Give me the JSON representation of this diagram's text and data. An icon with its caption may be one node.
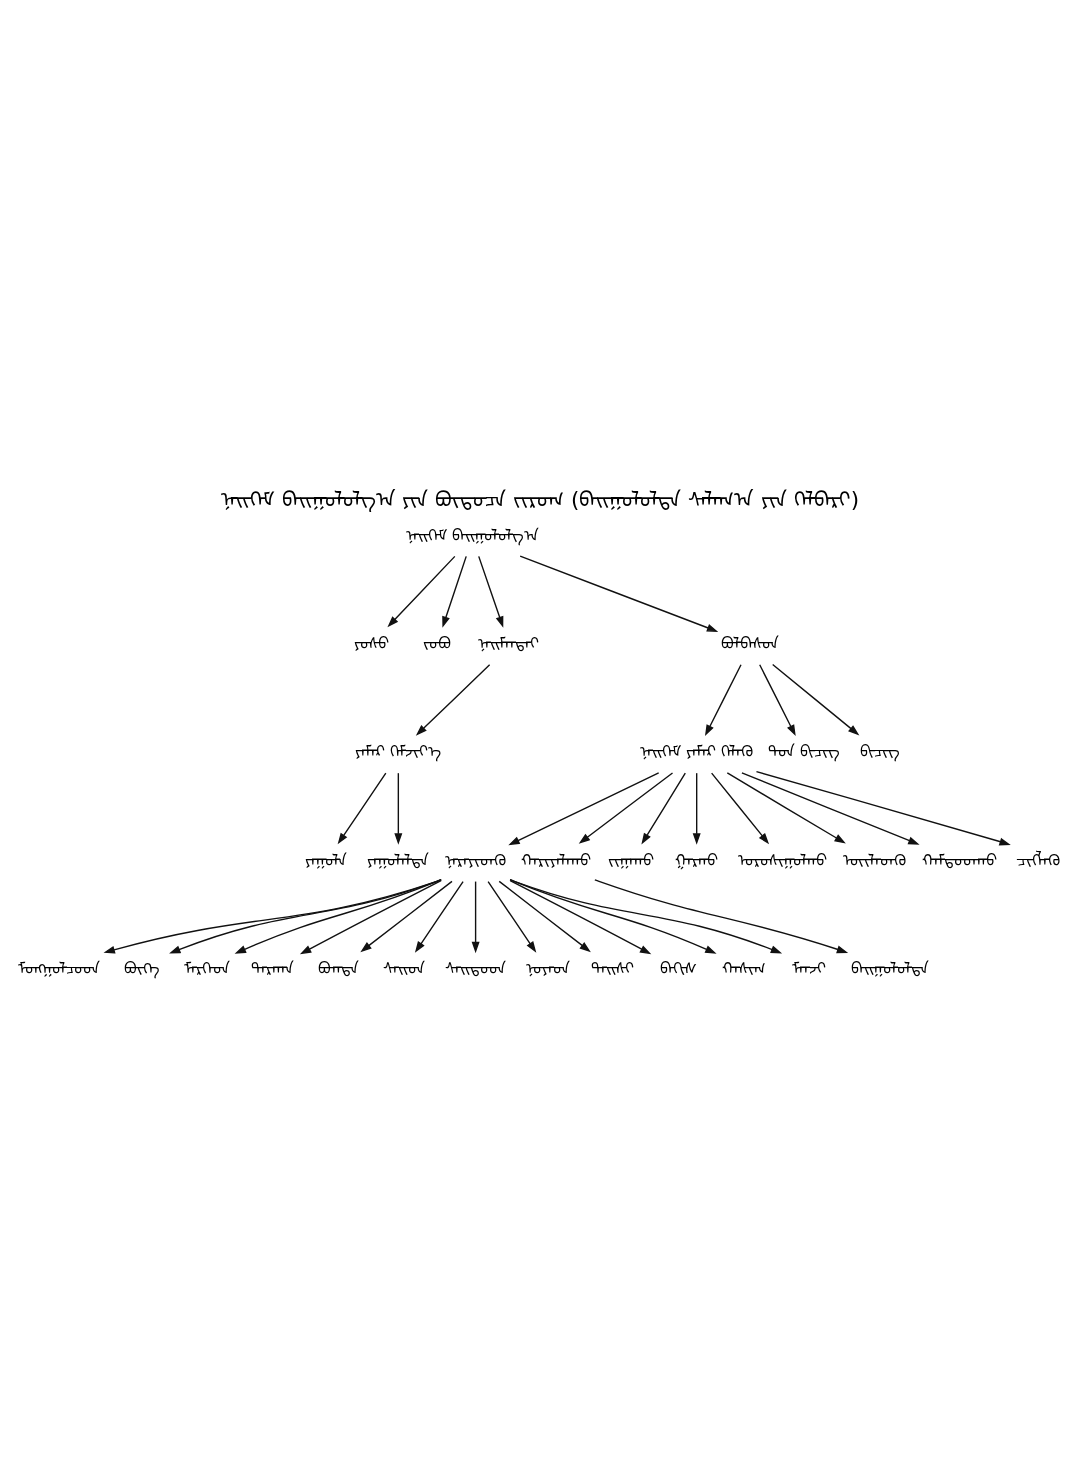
{
  "diagram": {
    "title": "ᠨᠡᠢᠭᠡᠮ ᠪᠠᠢᠭᠤᠯᠤᠯᠭ᠎ᠠ ᠶᠢᠨ ᠪᠦᠲᠦᠴᠡ ᠵᠢᠷᠤᠭ (ᠪᠠᠢᠭᠤᠯᠤᠯᠲᠠ ᠰᠠᠯᠠᠭ᠎ᠠ ᠶᠢᠨ ᠬᠡᠯᠪᠡᠷᠢ)",
    "nodes": [
      {
        "text": [
          "ᠨᠡᠢᠭᠡᠮ ᠪᠠᠢᠭᠤᠯᠤᠯᠭ᠎ᠠ"
        ]
      },
      {
        "text": [
          "ᠶᠣᠰᠣ"
        ]
      },
      {
        "text": [
          "ᠵᠣᠪᠣ"
        ]
      },
      {
        "text": [
          "ᠨᠠᠢᠮᠠᠨᠲᠠᠢ"
        ]
      },
      {
        "text": [
          "ᠪᠣᠯᠪᠠᠰᠤᠨ"
        ]
      },
      {
        "text": [
          "ᠶᠠᠮᠠᠷ ᠬᠡᠮᠵᠢᠶ᠎ᠡ"
        ]
      },
      {
        "text": [
          "ᠶᠠᠭᠤᠯᠠ"
        ]
      },
      {
        "text": [
          "ᠶᠠᠭᠤᠯᠠᠯᠲᠠ"
        ]
      },
      {
        "text": [
          "ᠨᠡᠢᠭᠡᠮ ᠶᠠᠮᠠᠷ ᠬᠡᠯᠡᠬᠦ"
        ]
      },
      {
        "text": [
          "ᠳᠤᠨ ᠪᠢᠴᠢᠭ"
        ]
      },
      {
        "text": [
          "ᠪᠢᠴᠢᠭ"
        ]
      },
      {
        "text": [
          "ᠨᠡᠷᠡᠶᠢᠳᠬᠦ"
        ]
      },
      {
        "text": [
          "ᠬᠠᠷᠢᠶᠠᠯᠠᠬᠤ"
        ]
      },
      {
        "text": [
          "ᠵᠢᠭᠠᠬᠤ"
        ]
      },
      {
        "text": [
          "ᠭᠠᠷᠬᠤ"
        ]
      },
      {
        "text": [
          "ᠣᠷᠣᠰᠢᠭᠤᠯᠬᠤ"
        ]
      },
      {
        "text": [
          "ᠦᠢᠯᠡᠳᠬᠦ"
        ]
      },
      {
        "text": [
          "ᠬᠠᠮᠳᠤᠳᠬᠤ"
        ]
      },
      {
        "text": [
          "ᠴᠢᠭᠯᠡᠬᠦ"
        ]
      },
      {
        "text": [
          "ᠪᠠᠢᠭᠤᠯᠤᠯᠲᠠ"
        ]
      },
      {
        "text": [
          "ᠮᠣᠩᠭᠣᠯᠴᠤᠳ"
        ]
      },
      {
        "text": [
          "ᠪᠥᠭᠡ"
        ]
      },
      {
        "text": [
          "ᠮᠡᠷᠭᠡᠳ"
        ]
      },
      {
        "text": [
          "ᠳᠠᠷᠬᠠᠨ"
        ]
      },
      {
        "text": [
          "ᠪᠣᠭᠳᠠ"
        ]
      },
      {
        "text": [
          "ᠰᠠᠢᠳ"
        ]
      },
      {
        "text": [
          "ᠰᠠᠢᠳᠤᠳ"
        ]
      },
      {
        "text": [
          "ᠨᠣᠶᠠᠳ"
        ]
      },
      {
        "text": [
          "ᠲᠠᠢᠰᠢ"
        ]
      },
      {
        "text": [
          "ᠪᠡᠭᠢᠰ"
        ]
      },
      {
        "text": [
          "ᠬᠠᠰᠢᠭ"
        ]
      },
      {
        "text": [
          "ᠮᠠᠨᠵᠢ"
        ]
      }
    ],
    "edges": [
      {
        "from": 0,
        "to": 1,
        "arrow": "to"
      },
      {
        "from": 0,
        "to": 2,
        "arrow": "to"
      },
      {
        "from": 0,
        "to": 3,
        "arrow": "to"
      },
      {
        "from": 0,
        "to": 4,
        "arrow": "to"
      },
      {
        "from": 3,
        "to": 5,
        "arrow": "to"
      },
      {
        "from": 5,
        "to": 6,
        "arrow": "to"
      },
      {
        "from": 5,
        "to": 7,
        "arrow": "to"
      },
      {
        "from": 4,
        "to": 8,
        "arrow": "to"
      },
      {
        "from": 4,
        "to": 9,
        "arrow": "to"
      },
      {
        "from": 4,
        "to": 10,
        "arrow": "to"
      },
      {
        "from": 8,
        "to": 11,
        "arrow": "to"
      },
      {
        "from": 8,
        "to": 12,
        "arrow": "to"
      },
      {
        "from": 8,
        "to": 13,
        "arrow": "to"
      },
      {
        "from": 8,
        "to": 14,
        "arrow": "to"
      },
      {
        "from": 8,
        "to": 15,
        "arrow": "to"
      },
      {
        "from": 8,
        "to": 16,
        "arrow": "to"
      },
      {
        "from": 8,
        "to": 17,
        "arrow": "to"
      },
      {
        "from": 8,
        "to": 18,
        "arrow": "to"
      },
      {
        "from": 12,
        "to": 19,
        "arrow": "to"
      },
      {
        "from": 11,
        "to": 20,
        "arrow": "to"
      },
      {
        "from": 11,
        "to": 21,
        "arrow": "to"
      },
      {
        "from": 11,
        "to": 22,
        "arrow": "to"
      },
      {
        "from": 11,
        "to": 23,
        "arrow": "to"
      },
      {
        "from": 11,
        "to": 24,
        "arrow": "to"
      },
      {
        "from": 11,
        "to": 25,
        "arrow": "to"
      },
      {
        "from": 11,
        "to": 26,
        "arrow": "to"
      },
      {
        "from": 11,
        "to": 27,
        "arrow": "to"
      },
      {
        "from": 11,
        "to": 28,
        "arrow": "to"
      },
      {
        "from": 11,
        "to": 29,
        "arrow": "to"
      },
      {
        "from": 11,
        "to": 30,
        "arrow": "to"
      },
      {
        "from": 11,
        "to": 31,
        "arrow": "to"
      }
    ]
  }
}
